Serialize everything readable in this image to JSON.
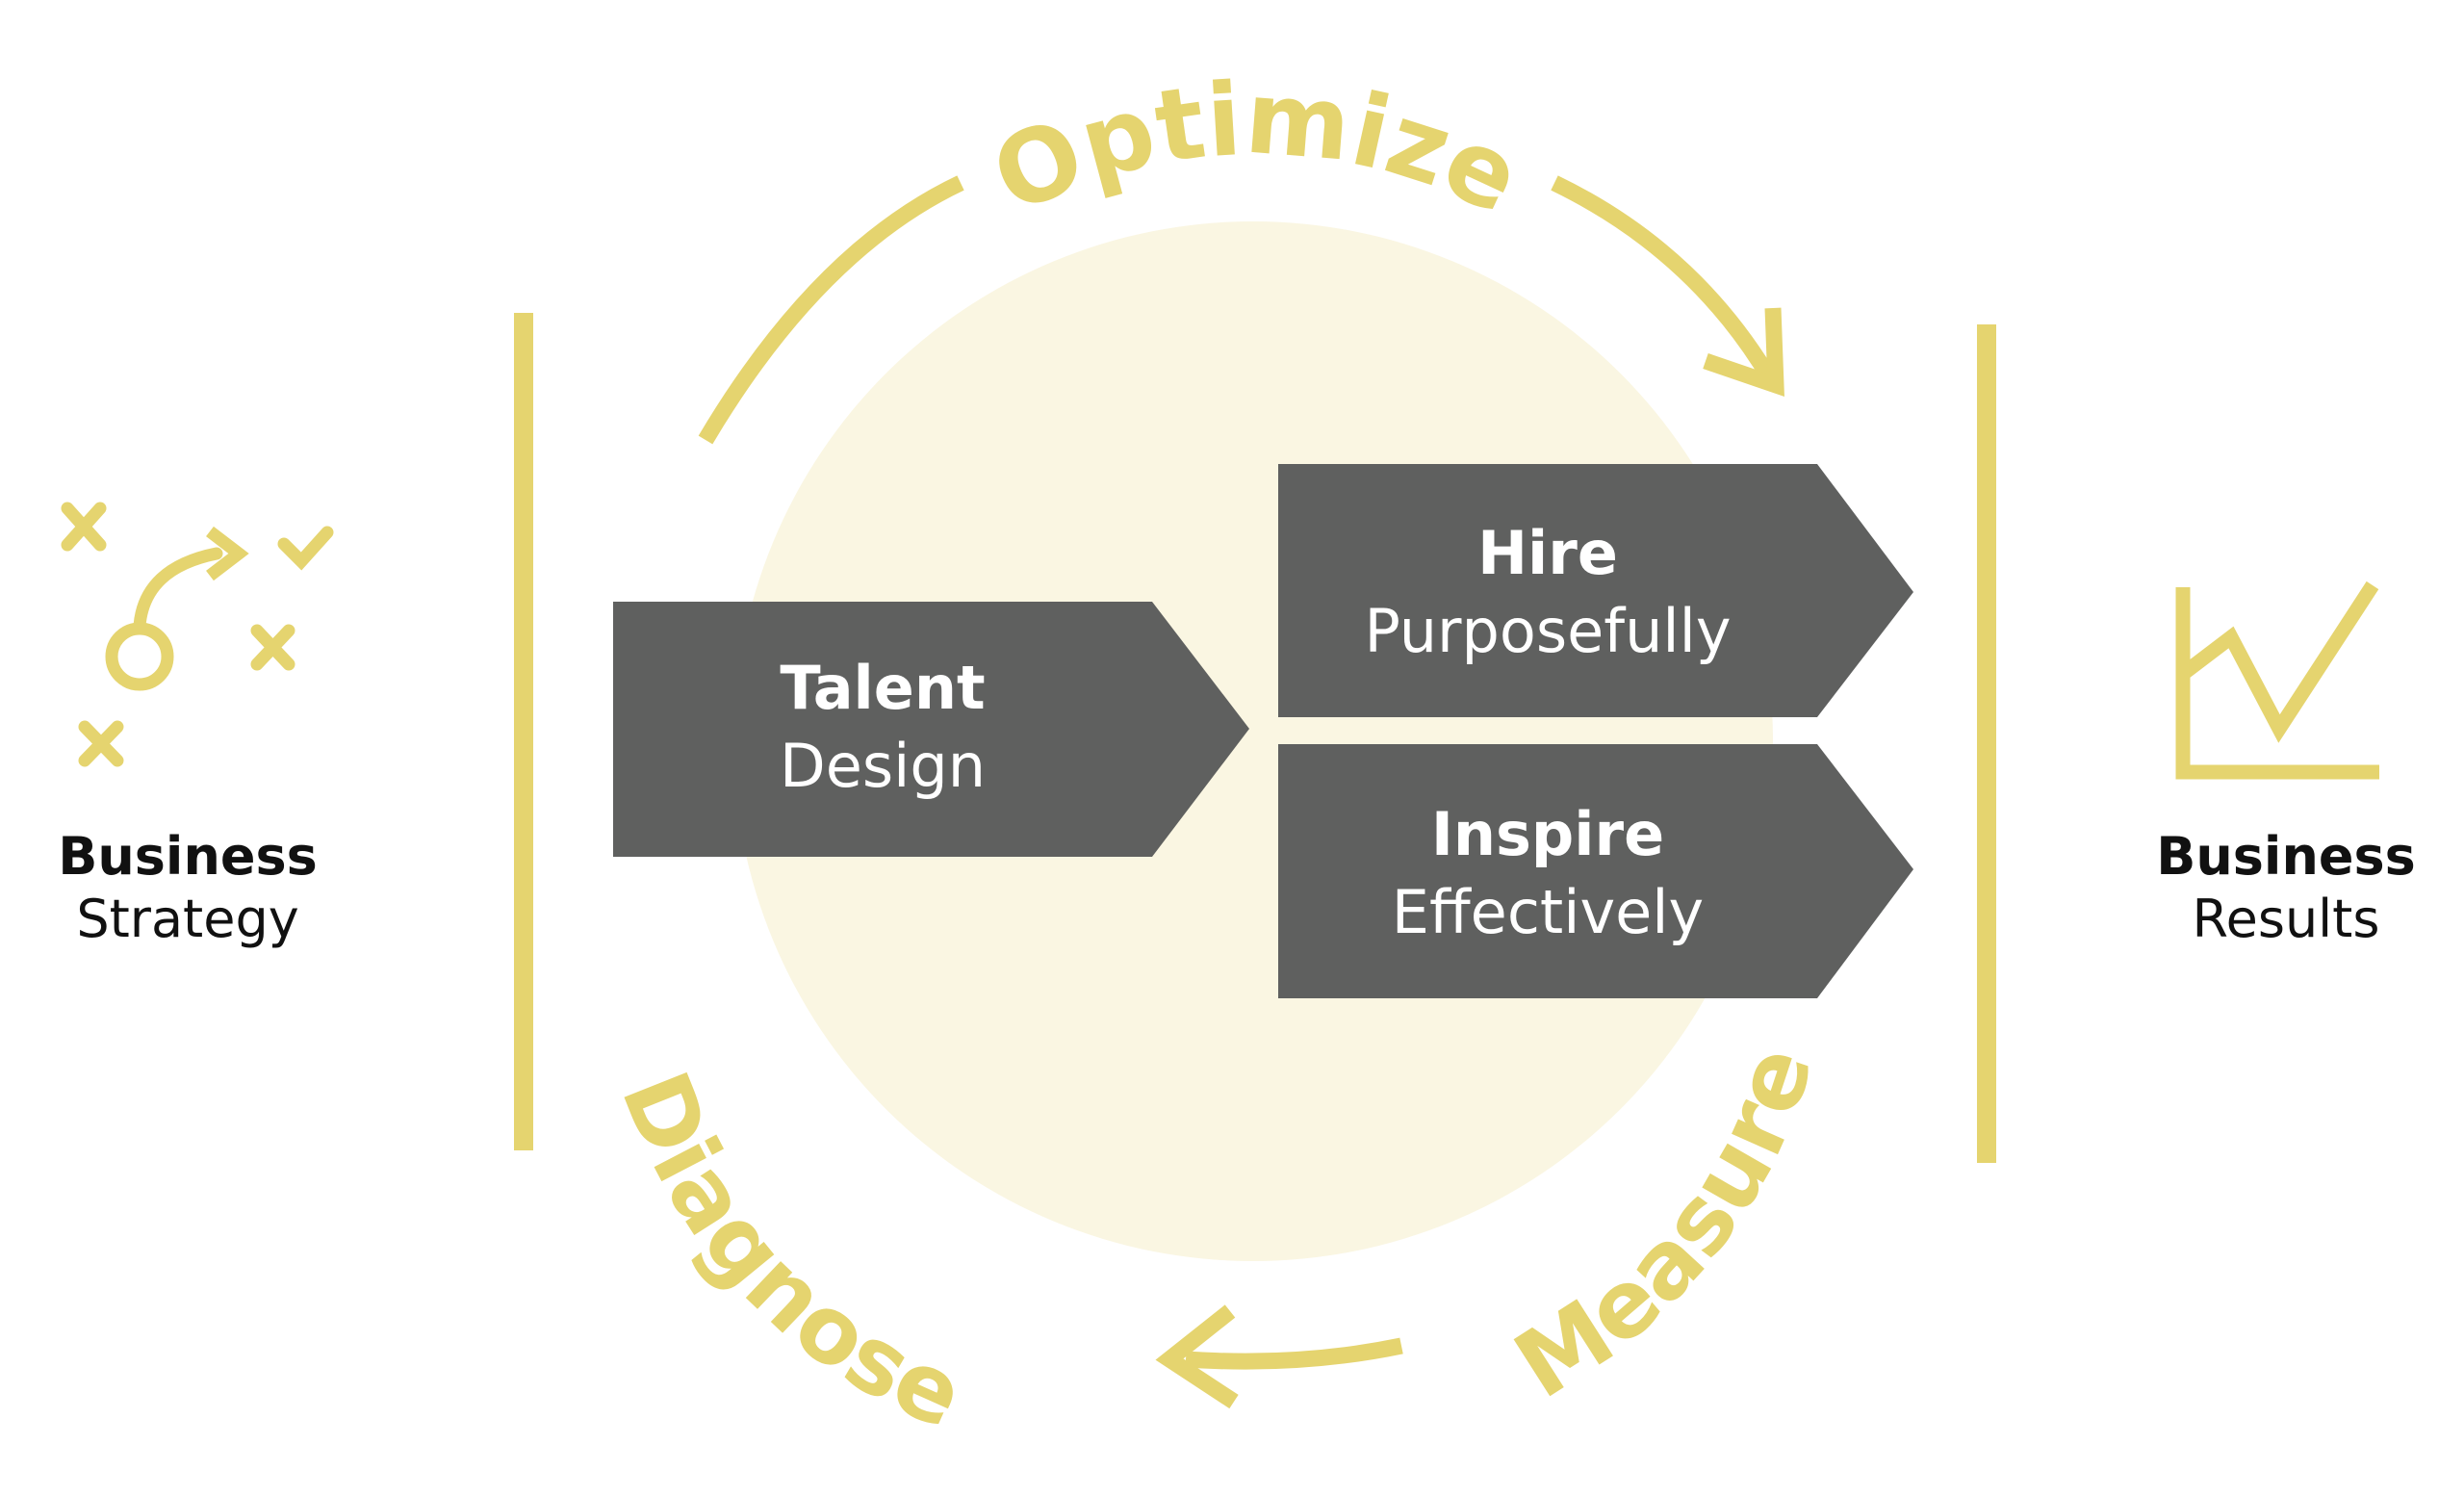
{
  "colors": {
    "accent": "#e5d46f",
    "circle_fill": "#faf6e2",
    "box_fill": "#5f605f",
    "box_text": "#ffffff",
    "label_text": "#111111"
  },
  "cycle": {
    "top": "Optimize",
    "bottom_left": "Diagnose",
    "bottom_right": "Measure"
  },
  "boxes": {
    "talent": {
      "bold": "Talent",
      "regular": "Design"
    },
    "hire": {
      "bold": "Hire",
      "regular": "Purposefully"
    },
    "inspire": {
      "bold": "Inspire",
      "regular": "Effectively"
    }
  },
  "left": {
    "bold": "Business",
    "regular": "Strategy",
    "icon": "strategy-play-icon"
  },
  "right": {
    "bold": "Business",
    "regular": "Results",
    "icon": "line-chart-icon"
  }
}
